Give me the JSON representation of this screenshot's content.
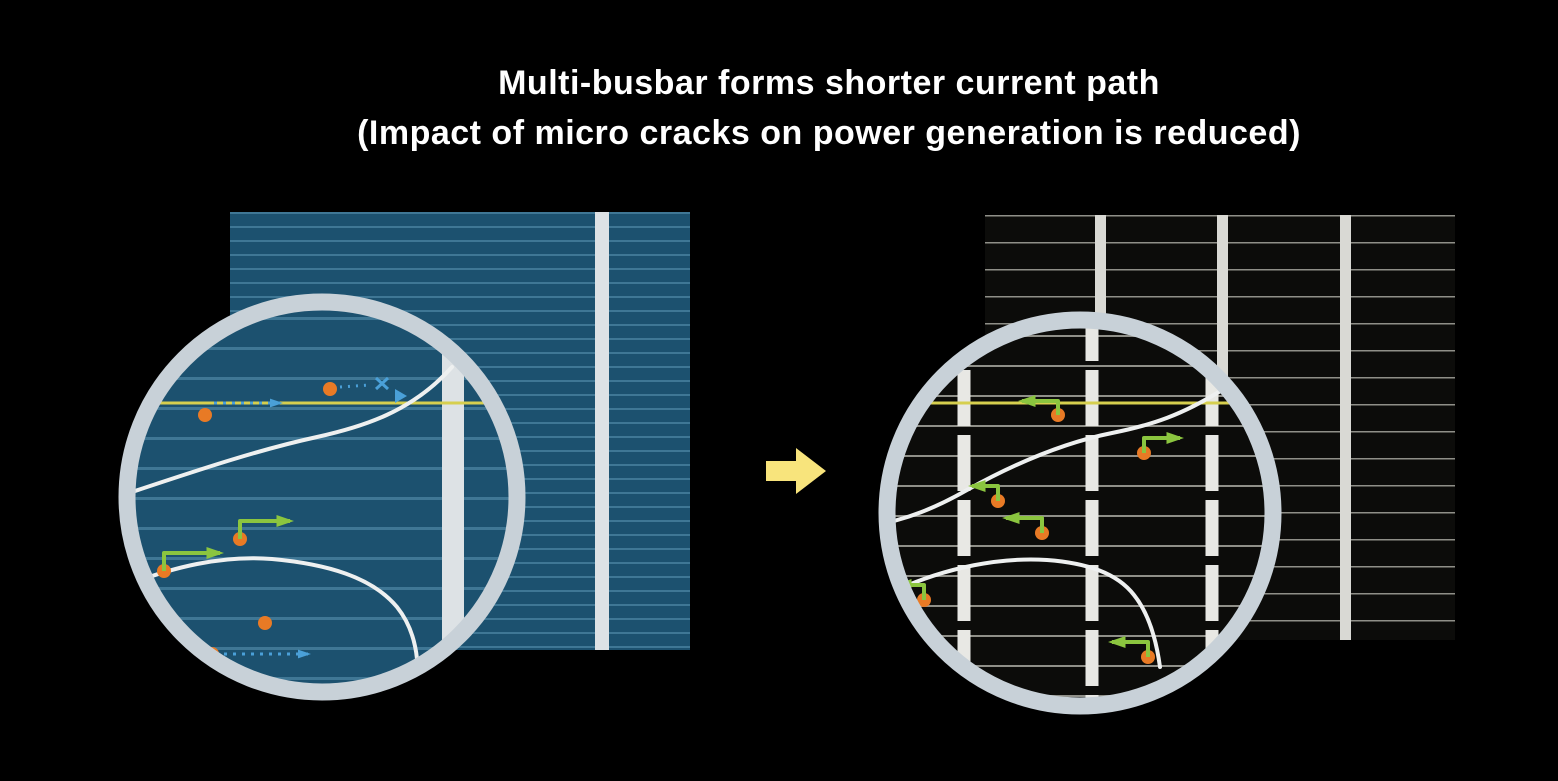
{
  "title": {
    "line1": "Multi-busbar forms shorter current path",
    "line2": "(Impact of micro cracks on power generation is reduced)"
  },
  "panels": {
    "left": {
      "name": "conventional-busbar-cell",
      "busbar_count_visible": 1,
      "magnifier": {
        "shows": "micro-cracks-blocking-long-current-path",
        "marker_icons": [
          "orange-electron-dot",
          "blue-dashed-current-arrow",
          "blocked-x-mark",
          "green-current-arrow",
          "crack-line",
          "yellow-finger-line"
        ]
      }
    },
    "right": {
      "name": "multi-busbar-cell",
      "busbar_count_visible": 3,
      "magnifier": {
        "shows": "short-current-paths-to-nearby-busbars",
        "marker_icons": [
          "orange-electron-dot",
          "green-current-arrow",
          "crack-line",
          "yellow-finger-line"
        ]
      }
    }
  },
  "icons": {
    "transition_arrow": "block-right-arrow"
  },
  "colors": {
    "background": "#000000",
    "title_text": "#ffffff",
    "cell_blue": "#1c516f",
    "cell_blue_line": "#3f7795",
    "cell_black": "#0c0c0a",
    "cell_black_line": "#8f8f88",
    "busbar_light": "#dde2e5",
    "magnifier_ring": "#c8d1d8",
    "crack_line": "#eef0f0",
    "yellow_finger": "#d6cf4e",
    "green_arrow": "#8bc53f",
    "blue_arrow": "#4aa0d8",
    "orange_dot": "#e87a25",
    "transition_arrow": "#f8e47c"
  }
}
